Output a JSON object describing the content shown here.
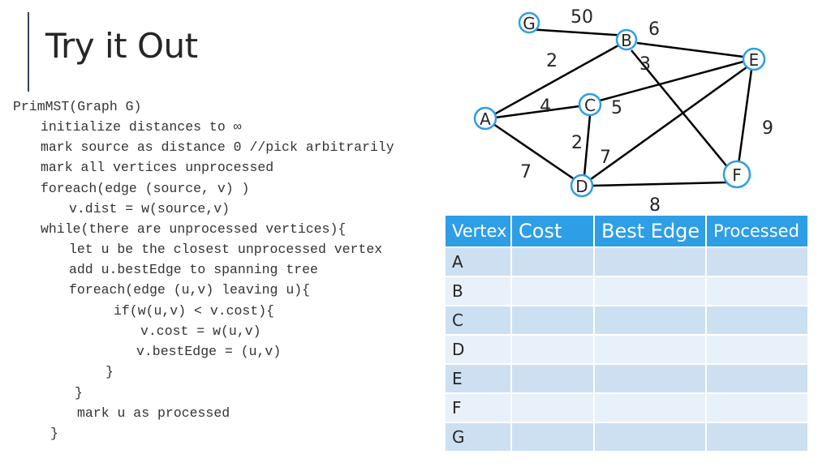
{
  "slide": {
    "title": "Try it Out"
  },
  "code": [
    "PrimMST(Graph G)",
    "initialize distances to ∞",
    "mark source as distance 0 //pick arbitrarily",
    "mark all vertices unprocessed",
    "foreach(edge (source, v) )",
    "v.dist = w(source,v)",
    "while(there are unprocessed vertices){",
    "let u be the closest unprocessed vertex",
    "add u.bestEdge to spanning tree",
    "foreach(edge (u,v) leaving u){",
    "if(w(u,v) < v.cost){",
    "v.cost = w(u,v)",
    "v.bestEdge = (u,v)",
    "}",
    "}",
    "mark u as processed",
    "}"
  ],
  "graph": {
    "node_color": "#2e9ee6",
    "nodes": [
      {
        "id": "G",
        "label": "G"
      },
      {
        "id": "B",
        "label": "B"
      },
      {
        "id": "E",
        "label": "E"
      },
      {
        "id": "C",
        "label": "C"
      },
      {
        "id": "A",
        "label": "A"
      },
      {
        "id": "D",
        "label": "D"
      },
      {
        "id": "F",
        "label": "F"
      }
    ],
    "edges": [
      {
        "from": "G",
        "to": "B",
        "weight": "50"
      },
      {
        "from": "B",
        "to": "E",
        "weight": "6"
      },
      {
        "from": "A",
        "to": "B",
        "weight": "2"
      },
      {
        "from": "B",
        "to": "F",
        "weight": "3"
      },
      {
        "from": "A",
        "to": "C",
        "weight": "4"
      },
      {
        "from": "C",
        "to": "E",
        "weight": "5"
      },
      {
        "from": "E",
        "to": "F",
        "weight": "9"
      },
      {
        "from": "C",
        "to": "D",
        "weight": "2"
      },
      {
        "from": "D",
        "to": "E",
        "weight": "7"
      },
      {
        "from": "A",
        "to": "D",
        "weight": "7"
      },
      {
        "from": "D",
        "to": "F",
        "weight": "8"
      }
    ]
  },
  "table": {
    "header_color": "#2e9ee6",
    "headers": [
      "Vertex",
      "Cost",
      "Best Edge",
      "Processed"
    ],
    "rows": [
      {
        "vertex": "A",
        "cost": "",
        "best_edge": "",
        "processed": ""
      },
      {
        "vertex": "B",
        "cost": "",
        "best_edge": "",
        "processed": ""
      },
      {
        "vertex": "C",
        "cost": "",
        "best_edge": "",
        "processed": ""
      },
      {
        "vertex": "D",
        "cost": "",
        "best_edge": "",
        "processed": ""
      },
      {
        "vertex": "E",
        "cost": "",
        "best_edge": "",
        "processed": ""
      },
      {
        "vertex": "F",
        "cost": "",
        "best_edge": "",
        "processed": ""
      },
      {
        "vertex": "G",
        "cost": "",
        "best_edge": "",
        "processed": ""
      }
    ]
  }
}
